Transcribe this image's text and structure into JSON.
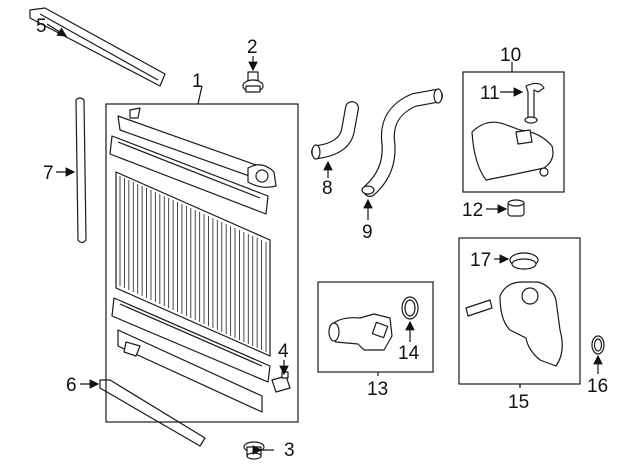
{
  "callouts": {
    "c1": "1",
    "c2": "2",
    "c3": "3",
    "c4": "4",
    "c5": "5",
    "c6": "6",
    "c7": "7",
    "c8": "8",
    "c9": "9",
    "c10": "10",
    "c11": "11",
    "c12": "12",
    "c13": "13",
    "c14": "14",
    "c15": "15",
    "c16": "16",
    "c17": "17"
  },
  "colors": {
    "ink": "#1a1a1a",
    "background": "#ffffff"
  }
}
